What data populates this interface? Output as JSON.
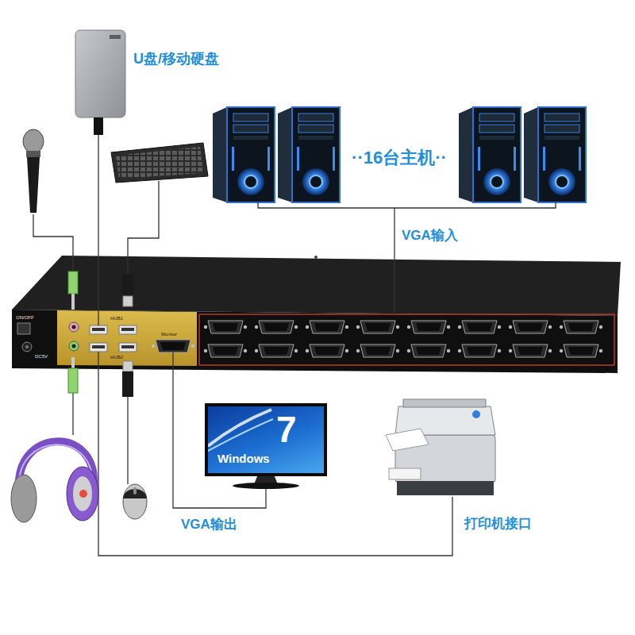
{
  "diagram": {
    "nodes": [
      {
        "text": [
          "ON/OFF",
          "DC5V",
          "HUB1",
          "HUB2",
          "Monitor"
        ]
      },
      {
        "text": [
          "Windows",
          "7"
        ]
      }
    ],
    "edges": [
      {
        "from": 0,
        "to": 1,
        "label": "VGA输出",
        "arrow": "none"
      }
    ],
    "labels": [
      "U盘/移动硬盘",
      "··16台主机··",
      "VGA输入",
      "打印机接口"
    ]
  }
}
